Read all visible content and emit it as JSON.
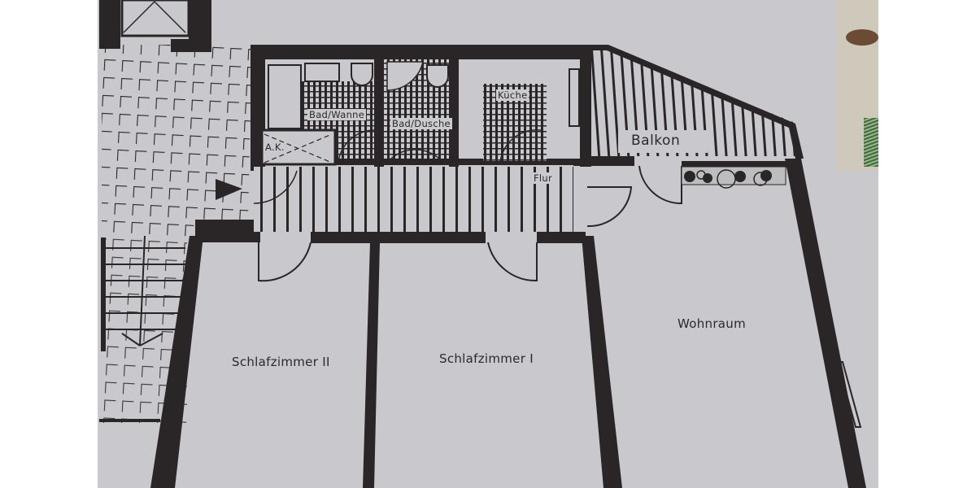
{
  "plan": {
    "rooms": [
      {
        "id": "bad-wanne",
        "label": "Bad/Wanne"
      },
      {
        "id": "bad-dusche",
        "label": "Bad/Dusche"
      },
      {
        "id": "kueche",
        "label": "Küche"
      },
      {
        "id": "balkon",
        "label": "Balkon"
      },
      {
        "id": "abstellkammer",
        "label": "A.K."
      },
      {
        "id": "flur",
        "label": "Flur"
      },
      {
        "id": "schlafzimmer-2",
        "label": "Schlafzimmer II"
      },
      {
        "id": "schlafzimmer-1",
        "label": "Schlafzimmer I"
      },
      {
        "id": "wohnraum",
        "label": "Wohnraum"
      }
    ],
    "entrance_marker": "arrow-right",
    "colors": {
      "paper": "#c9c8cc",
      "wall": "#2a2628",
      "text": "#2a2a2e",
      "background": "#ffffff"
    }
  }
}
